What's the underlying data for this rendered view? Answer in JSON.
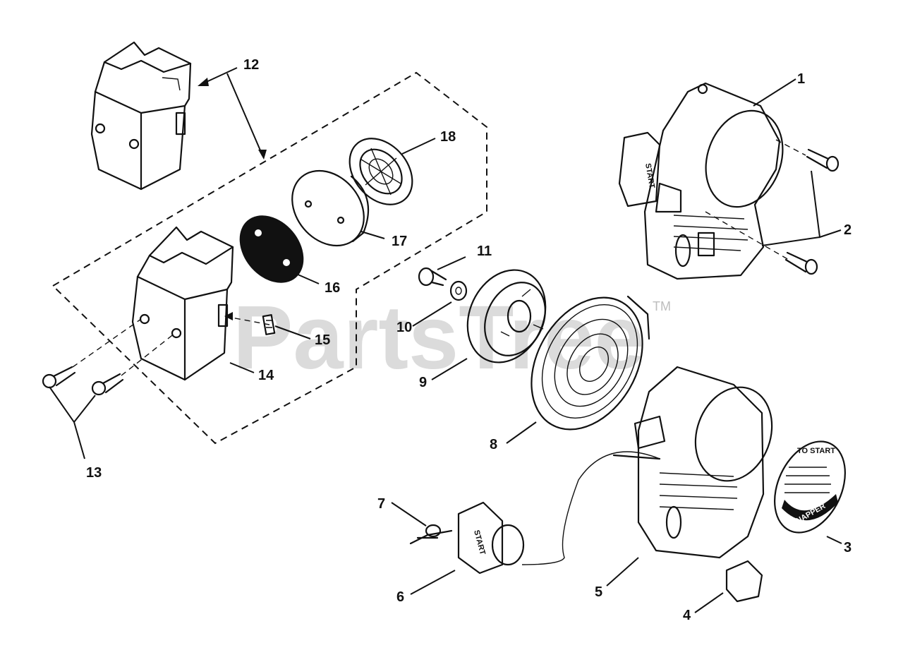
{
  "watermark": {
    "text": "PartsTree",
    "trademark": "TM"
  },
  "callouts": [
    "1",
    "2",
    "3",
    "4",
    "5",
    "6",
    "7",
    "8",
    "9",
    "10",
    "11",
    "12",
    "13",
    "14",
    "15",
    "16",
    "17",
    "18"
  ],
  "printed_text": {
    "start": "START",
    "brand": "SNAPPER",
    "to_start": "TO START"
  }
}
